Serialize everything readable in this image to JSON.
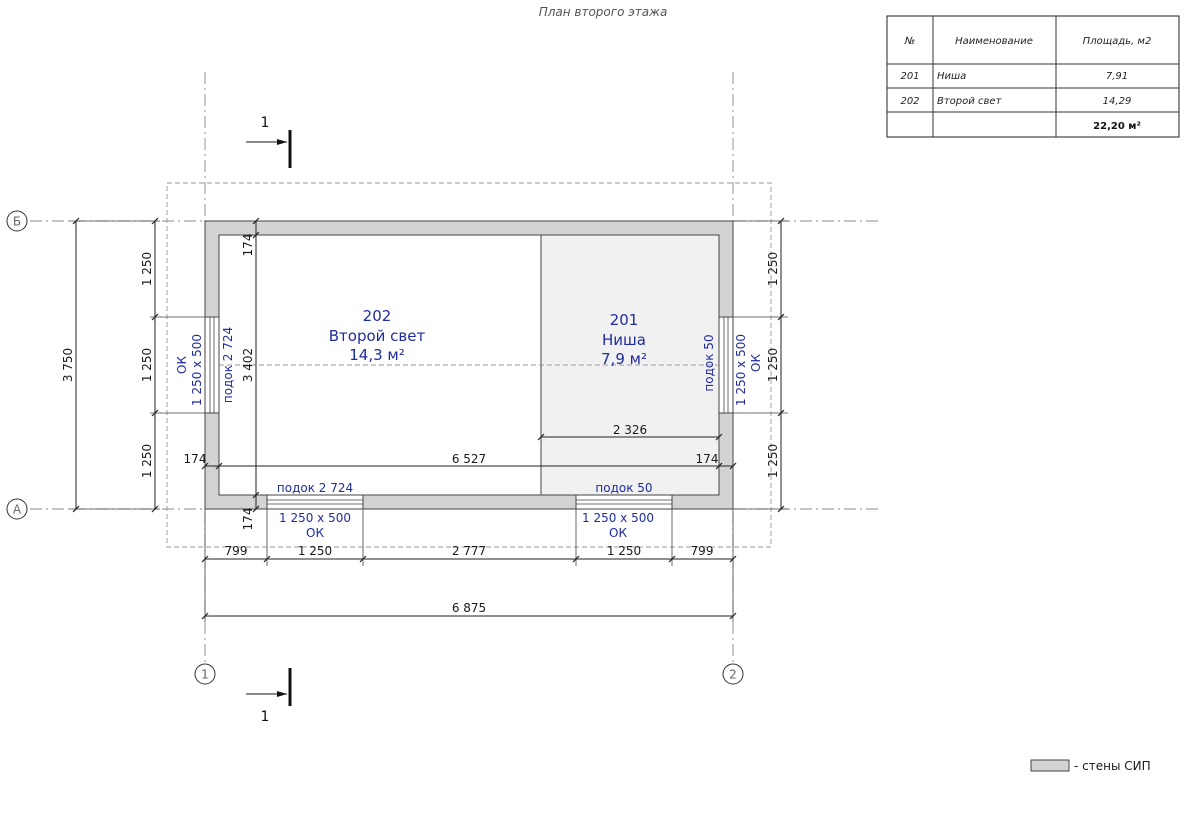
{
  "title": "План второго этажа",
  "axes": {
    "a": "А",
    "b": "Б",
    "one": "1",
    "two": "2"
  },
  "section_mark": "1",
  "table": {
    "headers": [
      "№",
      "Наименование",
      "Площадь, м2"
    ],
    "rows": [
      {
        "num": "201",
        "name": "Ниша",
        "area": "7,91"
      },
      {
        "num": "202",
        "name": "Второй свет",
        "area": "14,29"
      }
    ],
    "total": "22,20 м²"
  },
  "rooms": {
    "r202": {
      "num": "202",
      "name": "Второй свет",
      "area": "14,3 м²"
    },
    "r201": {
      "num": "201",
      "name": "Ниша",
      "area": "7,9 м²"
    }
  },
  "dims": {
    "d799a": "799",
    "d1250a": "1 250",
    "d2777": "2 777",
    "d1250b": "1 250",
    "d799b": "799",
    "d6875": "6 875",
    "d6527": "6 527",
    "d2326": "2 326",
    "d174l": "174",
    "d174r": "174",
    "d174top": "174",
    "d174bot": "174",
    "d3402": "3 402",
    "d3750": "3 750",
    "l1250top": "1 250",
    "l1250mid": "1 250",
    "l1250bot": "1 250",
    "r1250top": "1 250",
    "r1250mid": "1 250",
    "r1250bot": "1 250"
  },
  "windows": {
    "left_ok": "ОК",
    "left_size": "1 250 х 500",
    "left_sill": "подок 2 724",
    "right_ok": "ОК",
    "right_size": "1 250 х 500",
    "right_sill": "подок 50",
    "bot_left_sill": "подок 2 724",
    "bot_left_size": "1 250 х 500",
    "bot_left_ok": "ОК",
    "bot_right_sill": "подок 50",
    "bot_right_size": "1 250 х 500",
    "bot_right_ok": "ОК"
  },
  "legend": {
    "text": "- стены СИП",
    "color": "#d3d3d3"
  }
}
